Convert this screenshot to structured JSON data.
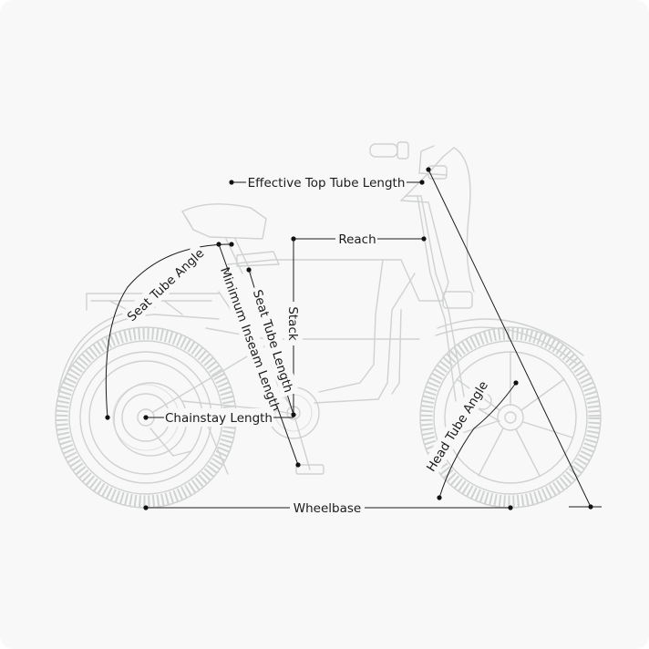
{
  "labels": {
    "effective_top_tube_length": "Effective Top Tube Length",
    "reach": "Reach",
    "seat_tube_angle": "Seat Tube Angle",
    "seat_tube_length": "Seat Tube Length",
    "minimum_inseam_length": "Minimum Inseam Length",
    "stack": "Stack",
    "chainstay_length": "Chainstay Length",
    "head_tube_angle": "Head Tube Angle",
    "wheelbase": "Wheelbase"
  },
  "colors": {
    "background": "#f7f8f7",
    "bike_line": "#cfd2d0",
    "dimension_line": "#1b1b1b"
  }
}
